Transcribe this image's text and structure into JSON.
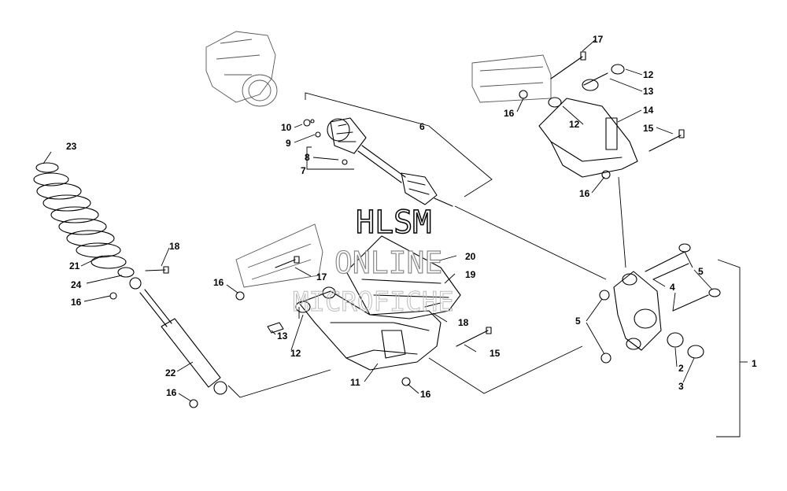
{
  "watermark": {
    "line1": "HLSM",
    "line2": "ONLINE",
    "line3": "MICROFICHE"
  },
  "callouts": [
    {
      "id": "c1",
      "text": "1"
    },
    {
      "id": "c2",
      "text": "2"
    },
    {
      "id": "c3",
      "text": "3"
    },
    {
      "id": "c4",
      "text": "4"
    },
    {
      "id": "c5a",
      "text": "5"
    },
    {
      "id": "c5b",
      "text": "5"
    },
    {
      "id": "c6",
      "text": "6"
    },
    {
      "id": "c7",
      "text": "7"
    },
    {
      "id": "c8",
      "text": "8"
    },
    {
      "id": "c9",
      "text": "9"
    },
    {
      "id": "c10",
      "text": "10"
    },
    {
      "id": "c11",
      "text": "11"
    },
    {
      "id": "c12a",
      "text": "12"
    },
    {
      "id": "c12b",
      "text": "12"
    },
    {
      "id": "c12c",
      "text": "12"
    },
    {
      "id": "c13a",
      "text": "13"
    },
    {
      "id": "c13b",
      "text": "13"
    },
    {
      "id": "c14",
      "text": "14"
    },
    {
      "id": "c15a",
      "text": "15"
    },
    {
      "id": "c15b",
      "text": "15"
    },
    {
      "id": "c16a",
      "text": "16"
    },
    {
      "id": "c16b",
      "text": "16"
    },
    {
      "id": "c16c",
      "text": "16"
    },
    {
      "id": "c16d",
      "text": "16"
    },
    {
      "id": "c16e",
      "text": "16"
    },
    {
      "id": "c16f",
      "text": "16"
    },
    {
      "id": "c17a",
      "text": "17"
    },
    {
      "id": "c17b",
      "text": "17"
    },
    {
      "id": "c18a",
      "text": "18"
    },
    {
      "id": "c18b",
      "text": "18"
    },
    {
      "id": "c19",
      "text": "19"
    },
    {
      "id": "c20",
      "text": "20"
    },
    {
      "id": "c21",
      "text": "21"
    },
    {
      "id": "c22",
      "text": "22"
    },
    {
      "id": "c23",
      "text": "23"
    },
    {
      "id": "c24",
      "text": "24"
    }
  ]
}
